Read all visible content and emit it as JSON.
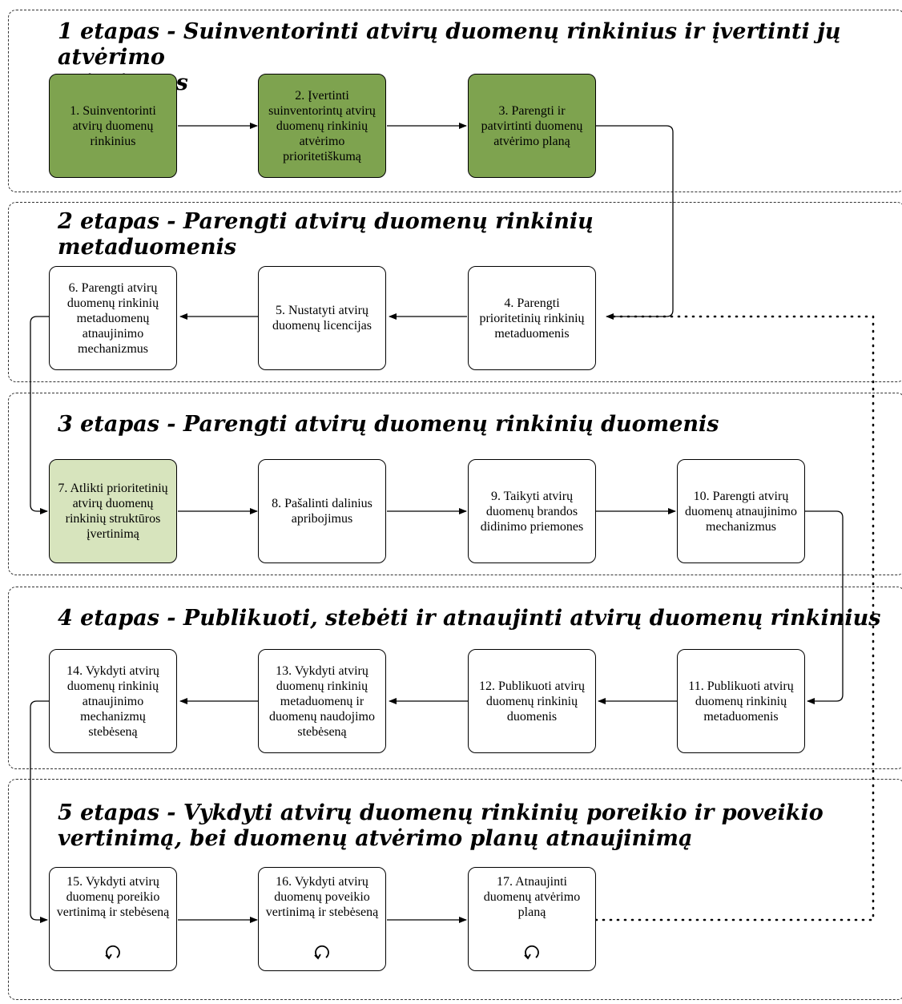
{
  "stages": [
    {
      "title_line1": "1 etapas - Suinventorinti atvirų duomenų rinkinius ir įvertinti jų atvėrimo",
      "title_line2": "prioritetus"
    },
    {
      "title_line1": "2 etapas - Parengti atvirų duomenų rinkinių",
      "title_line2": "metaduomenis"
    },
    {
      "title_line1": "3 etapas - Parengti atvirų duomenų rinkinių duomenis",
      "title_line2": ""
    },
    {
      "title_line1": "4 etapas - Publikuoti, stebėti ir atnaujinti atvirų duomenų rinkinius",
      "title_line2": ""
    },
    {
      "title_line1": "5 etapas - Vykdyti atvirų duomenų rinkinių poreikio ir poveikio",
      "title_line2": "vertinimą, bei duomenų atvėrimo planų atnaujinimą"
    }
  ],
  "steps": {
    "s1": "1. Suinventorinti atvirų duomenų rinkinius",
    "s2": "2. Įvertinti suinventorintų atvirų duomenų rinkinių atvėrimo prioritetiškumą",
    "s3": "3. Parengti ir patvirtinti duomenų atvėrimo planą",
    "s4": "4. Parengti prioritetinių rinkinių metaduomenis",
    "s5": "5. Nustatyti atvirų duomenų licencijas",
    "s6": "6. Parengti atvirų duomenų rinkinių metaduomenų atnaujinimo mechanizmus",
    "s7": "7. Atlikti prioritetinių atvirų duomenų rinkinių struktūros įvertinimą",
    "s8": "8. Pašalinti dalinius apribojimus",
    "s9": "9. Taikyti atvirų duomenų brandos didinimo priemones",
    "s10": "10. Parengti atvirų duomenų atnaujinimo mechanizmus",
    "s11": "11. Publikuoti atvirų duomenų rinkinių metaduomenis",
    "s12": "12. Publikuoti atvirų duomenų rinkinių duomenis",
    "s13": "13. Vykdyti atvirų duomenų rinkinių metaduomenų ir duomenų naudojimo stebėseną",
    "s14": "14. Vykdyti atvirų duomenų rinkinių atnaujinimo mechanizmų stebėseną",
    "s15": "15. Vykdyti atvirų duomenų poreikio vertinimą ir stebėseną",
    "s16": "16. Vykdyti atvirų duomenų poveikio vertinimą ir stebėseną",
    "s17": "17. Atnaujinti duomenų atvėrimo planą"
  },
  "colors": {
    "dark_fill": "#7ea34f",
    "light_fill": "#d7e4bd",
    "plain_fill": "#ffffff"
  },
  "icons": {
    "cycle": "cycle-arrow-icon"
  }
}
